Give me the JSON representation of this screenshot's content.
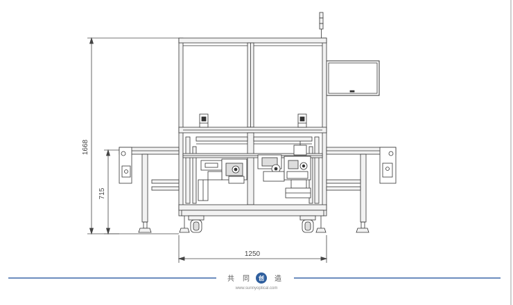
{
  "dimensions": {
    "total_height": "1668",
    "conveyor_height": "715",
    "frame_width": "1250"
  },
  "footer": {
    "brand_char_1": "共",
    "brand_char_2": "同",
    "brand_logo_char": "创",
    "brand_char_4": "造",
    "website": "www.sunnyoptical.com"
  },
  "colors": {
    "line": "#333333",
    "fill_light": "#f2f2f2",
    "footer_line": "#3b66a8",
    "logo": "#2f5f9e"
  }
}
